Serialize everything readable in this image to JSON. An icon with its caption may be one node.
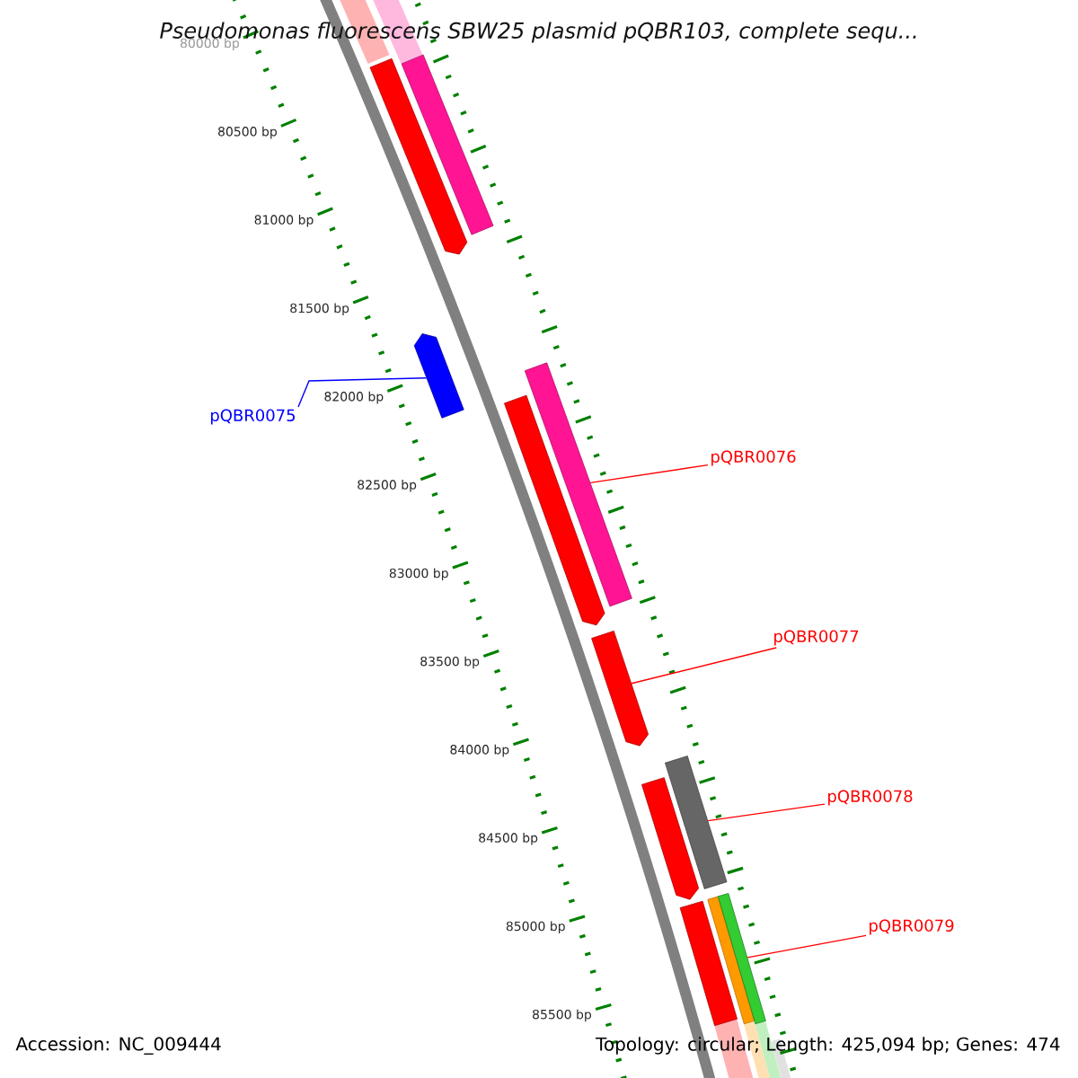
{
  "diagram": {
    "title": "Pseudomonas fluorescens SBW25 plasmid pQBR103, complete sequ...",
    "nodes": [
      {
        "text": [],
        "shape": "bar"
      },
      {
        "text": [],
        "shape": "bar"
      },
      {
        "text": [],
        "shape": "bar"
      },
      {
        "text": [],
        "shape": "bar"
      },
      {
        "text": [],
        "shape": "bar"
      },
      {
        "text": [],
        "shape": "bar"
      },
      {
        "text": [],
        "shape": "bar"
      },
      {
        "text": [],
        "shape": "bar"
      },
      {
        "text": [],
        "shape": "bar"
      },
      {
        "text": [],
        "shape": "bar"
      },
      {
        "text": [],
        "shape": "bar"
      },
      {
        "text": [
          "pQBR0075"
        ]
      },
      {
        "text": [
          "pQBR0076"
        ]
      },
      {
        "text": [
          "pQBR0077"
        ]
      },
      {
        "text": [
          "pQBR0078"
        ]
      },
      {
        "text": [
          "pQBR0079"
        ]
      }
    ],
    "edges": [
      {
        "from": 11,
        "to": 2,
        "arrow": "none",
        "color": "#0000ff"
      },
      {
        "from": 12,
        "to": 3,
        "arrow": "none"
      },
      {
        "from": 13,
        "to": 5,
        "arrow": "none"
      },
      {
        "from": 14,
        "to": 6,
        "arrow": "none"
      },
      {
        "from": 15,
        "to": 9,
        "arrow": "none"
      }
    ],
    "labels": [
      "80000 bp",
      "80500 bp",
      "81000 bp",
      "81500 bp",
      "82000 bp",
      "82500 bp",
      "83000 bp",
      "83500 bp",
      "84000 bp",
      "84500 bp",
      "85000 bp",
      "85500 bp",
      "Accession: NC_009444",
      "Topology: circular; Length: 425,094 bp; Genes: 474"
    ]
  }
}
